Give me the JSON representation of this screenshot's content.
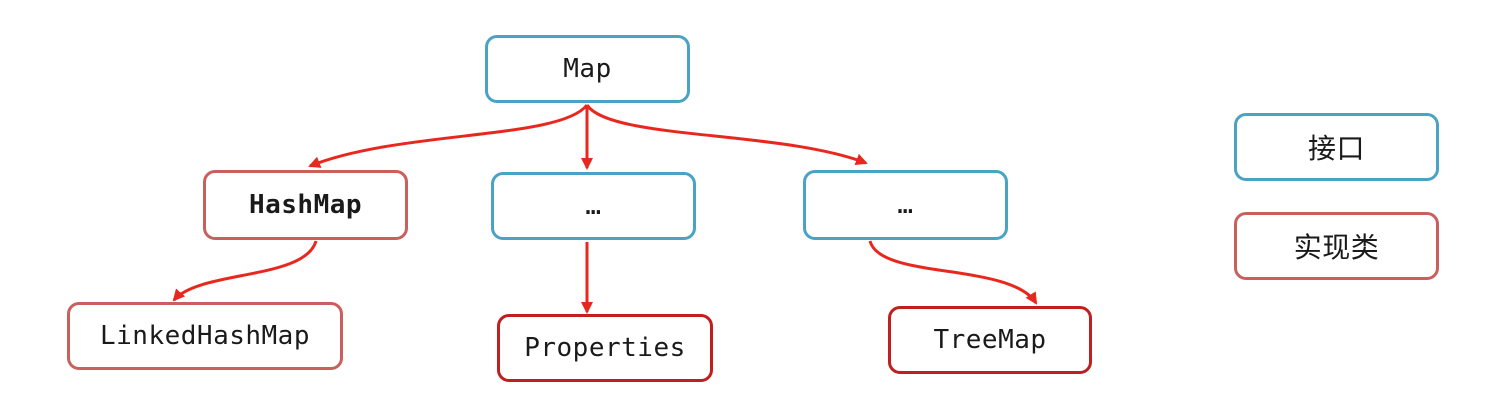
{
  "diagram": {
    "nodes": {
      "map": "Map",
      "hashmap": "HashMap",
      "ellipsis_mid": "…",
      "ellipsis_right": "…",
      "linkedhashmap": "LinkedHashMap",
      "properties": "Properties",
      "treemap": "TreeMap"
    }
  },
  "legend": {
    "interface_label": "接口",
    "implementation_label": "实现类"
  },
  "colors": {
    "interface_border": "#4aa3c4",
    "implementation_border": "#c9605e",
    "implementation_strong_border": "#c11f1f",
    "edge": "#e8281e"
  }
}
